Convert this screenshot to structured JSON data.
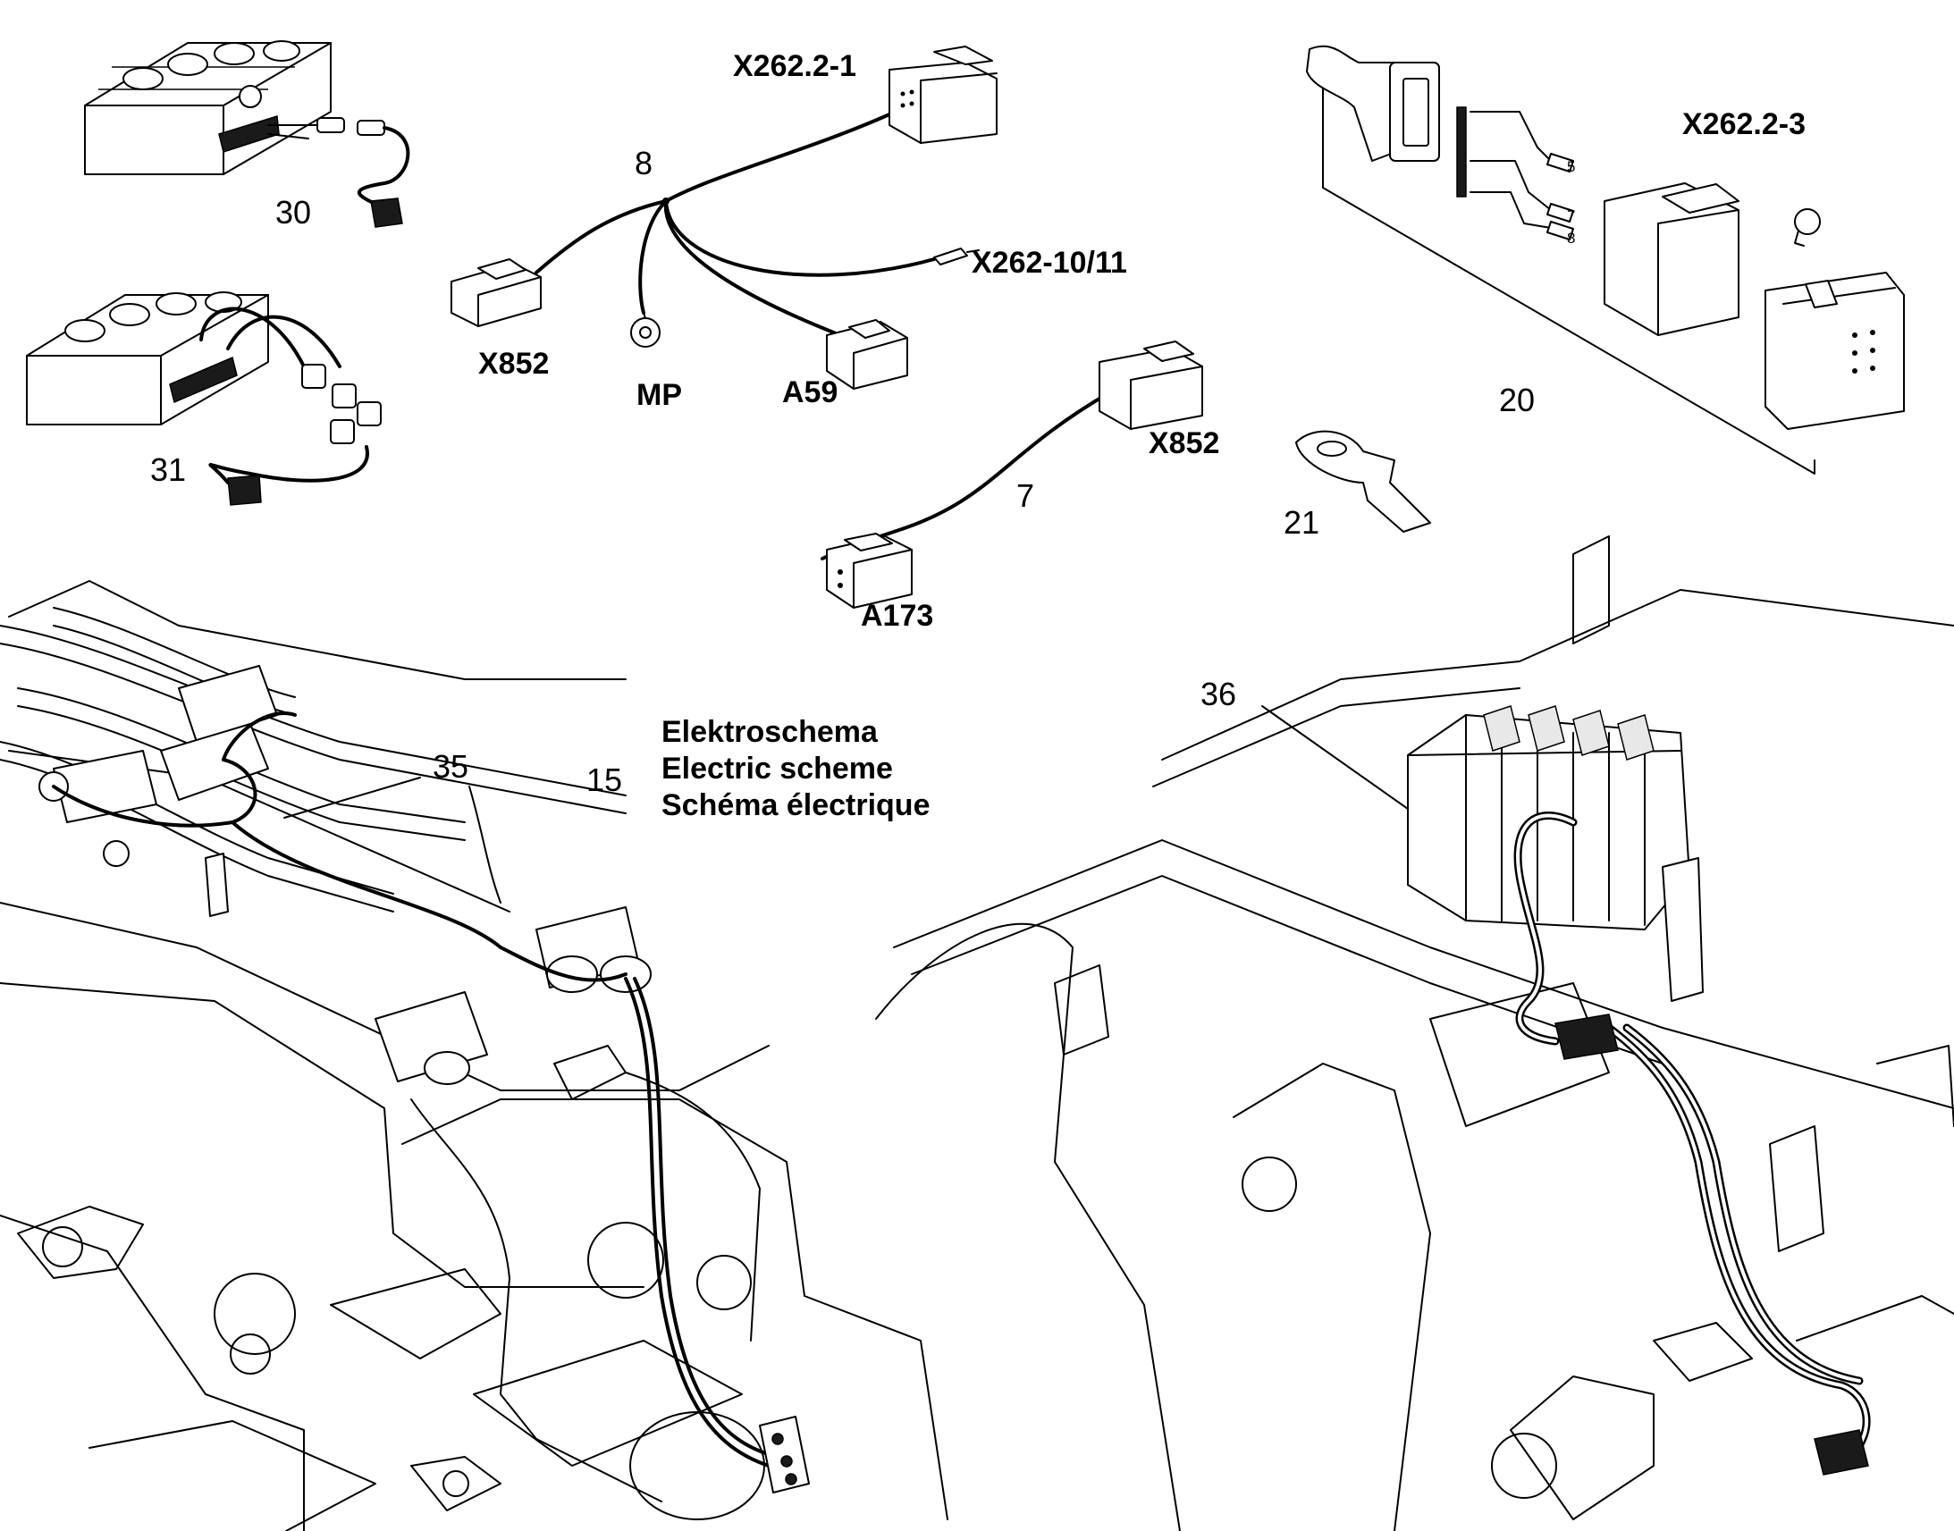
{
  "items": {
    "item_8": "8",
    "item_7": "7",
    "item_15": "15",
    "item_20": "20",
    "item_21": "21",
    "item_30": "30",
    "item_31": "31",
    "item_35": "35",
    "item_36": "36"
  },
  "connectors": {
    "x262_2_1": "X262.2-1",
    "x262_10_11": "X262-10/11",
    "x852_a": "X852",
    "x852_b": "X852",
    "mp": "MP",
    "a59": "A59",
    "a173": "A173",
    "x262_2_3": "X262.2-3"
  },
  "pins": [
    "5",
    "7",
    "8"
  ],
  "electric_scheme": {
    "line_nl": "Elektroschema",
    "line_en": "Electric scheme",
    "line_fr": "Schéma électrique"
  }
}
